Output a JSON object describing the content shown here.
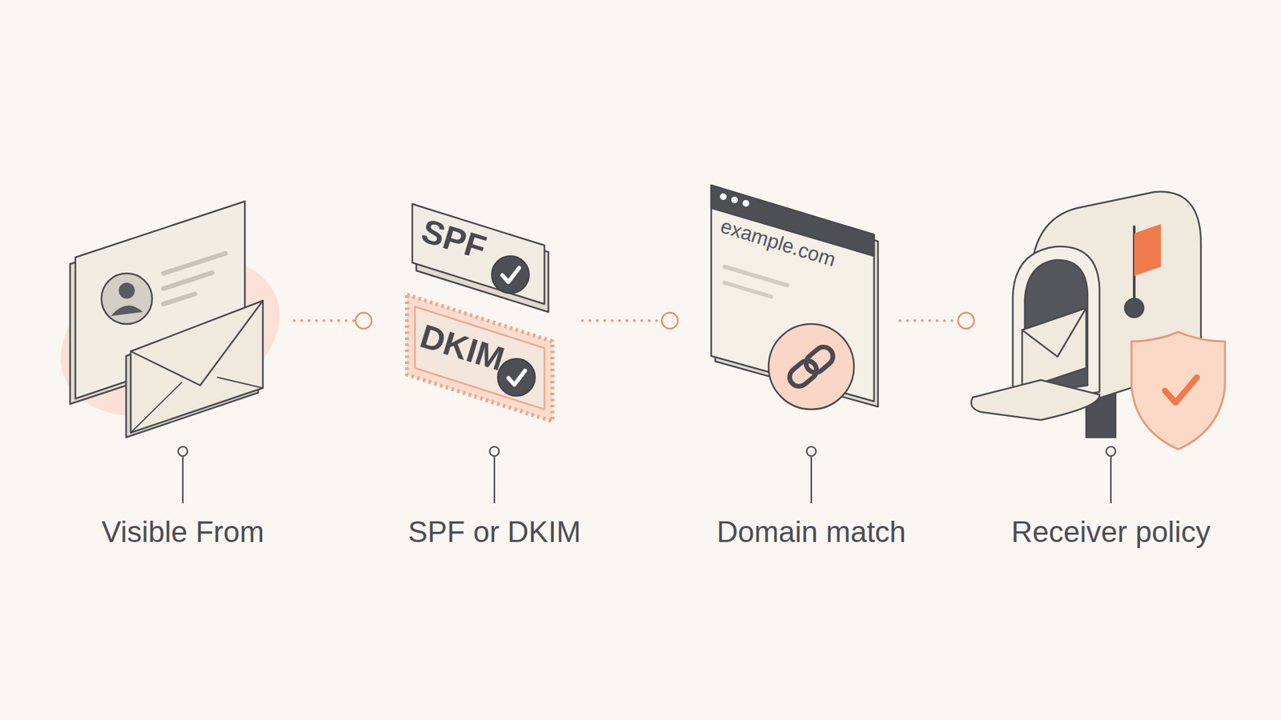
{
  "diagram": {
    "nodes": [
      {
        "text": [
          "Visible From"
        ]
      },
      {
        "text": [
          "SPF or DKIM"
        ]
      },
      {
        "text": [
          "SPF"
        ],
        "in": 1
      },
      {
        "text": [
          "DKIM"
        ],
        "in": 1
      },
      {
        "text": [
          "Domain match"
        ]
      },
      {
        "text": [
          "example.com"
        ],
        "in": 4
      },
      {
        "text": [
          "Receiver policy"
        ]
      }
    ],
    "edges": [
      {
        "from": 0,
        "to": 1,
        "arrow": "none"
      },
      {
        "from": 1,
        "to": 4,
        "arrow": "none"
      },
      {
        "from": 4,
        "to": 6,
        "arrow": "none"
      }
    ]
  }
}
